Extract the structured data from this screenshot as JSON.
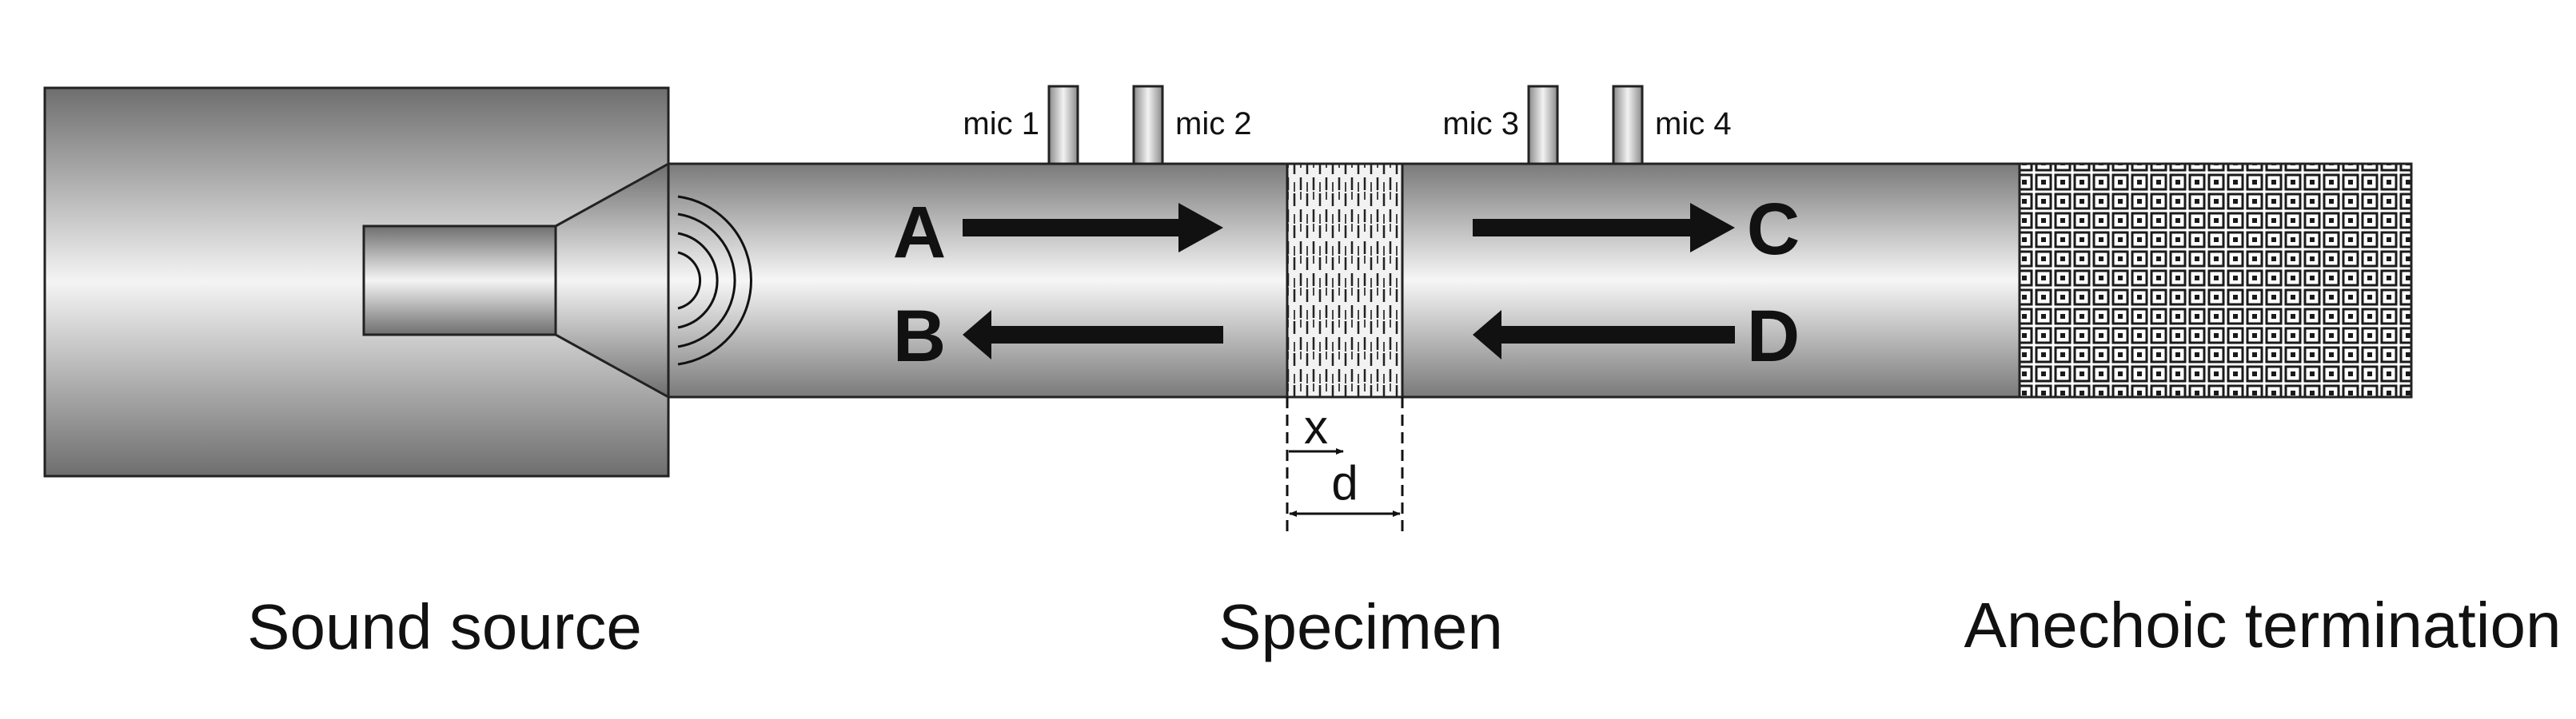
{
  "labels": {
    "sound_source": "Sound source",
    "specimen": "Specimen",
    "anechoic_termination": "Anechoic termination"
  },
  "microphones": [
    "mic 1",
    "mic 2",
    "mic 3",
    "mic 4"
  ],
  "waves": {
    "a": "A",
    "b": "B",
    "c": "C",
    "d": "D"
  },
  "dimensions": {
    "x": "x",
    "d": "d"
  }
}
